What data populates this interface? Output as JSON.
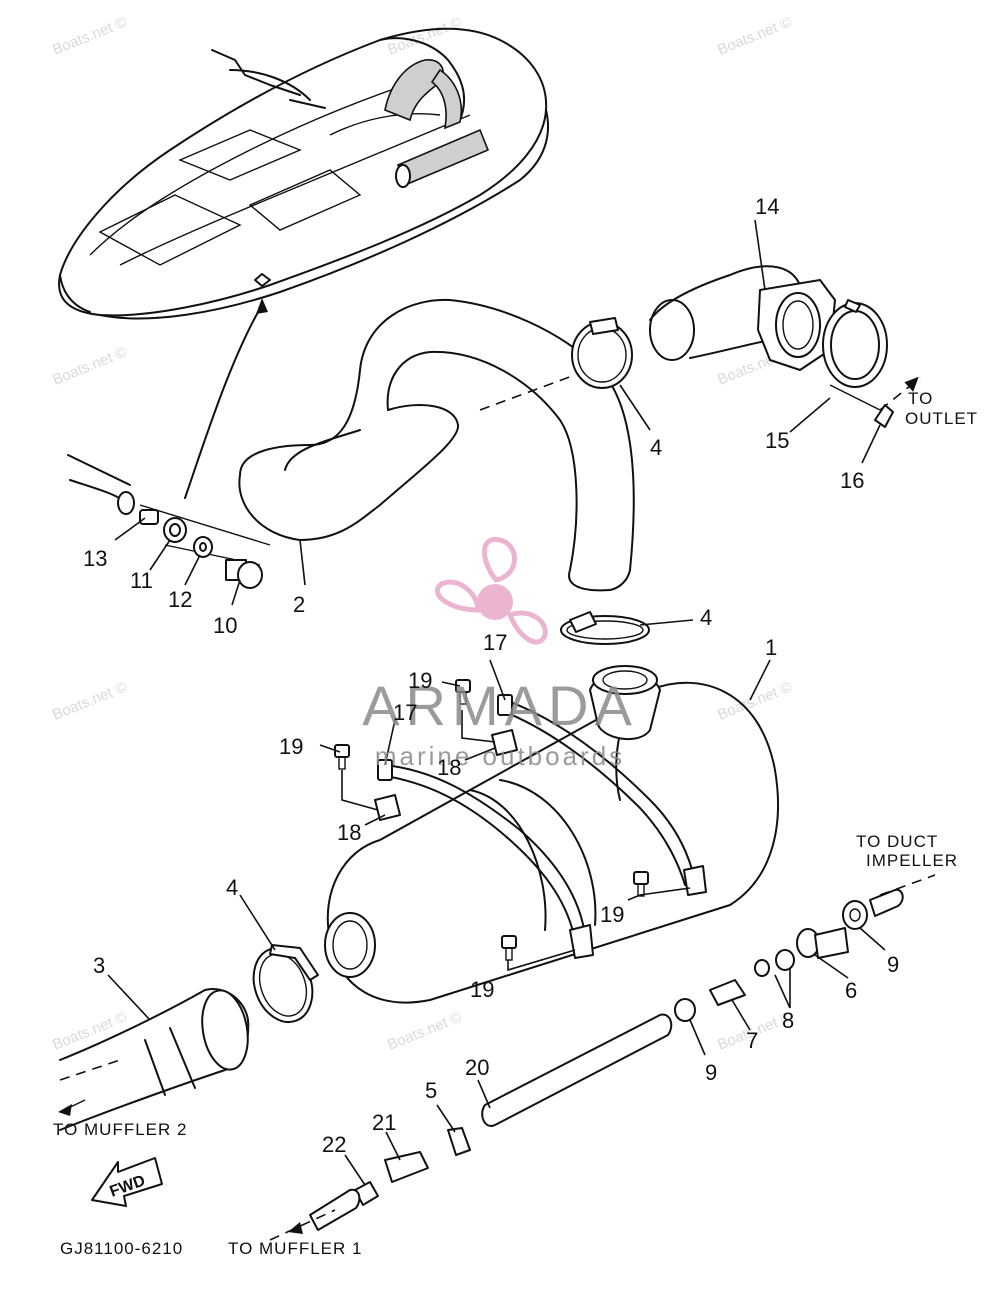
{
  "diagram": {
    "code": "GJ81100-6210",
    "fwd_label": "FWD",
    "captions": {
      "to_outlet_1": "TO",
      "to_outlet_2": "OUTLET",
      "to_duct_1": "TO DUCT",
      "to_duct_2": "IMPELLER",
      "to_muffler_2": "TO MUFFLER 2",
      "to_muffler_1": "TO MUFFLER 1"
    },
    "callouts": {
      "c1": "1",
      "c2": "2",
      "c3": "3",
      "c4a": "4",
      "c4b": "4",
      "c4c": "4",
      "c5": "5",
      "c6": "6",
      "c7": "7",
      "c8": "8",
      "c9a": "9",
      "c9b": "9",
      "c10": "10",
      "c11": "11",
      "c12": "12",
      "c13": "13",
      "c14": "14",
      "c15": "15",
      "c16": "16",
      "c17a": "17",
      "c17b": "17",
      "c18a": "18",
      "c18b": "18",
      "c19a": "19",
      "c19b": "19",
      "c19c": "19",
      "c19d": "19",
      "c20": "20",
      "c21": "21",
      "c22": "22"
    }
  },
  "watermark": {
    "text": "Boats.net ©",
    "logo_line1": "ARMADA",
    "logo_line2": "marine outboards",
    "logo_color": "#e8a7c8",
    "logo_text_color": "#8a8a8a"
  }
}
